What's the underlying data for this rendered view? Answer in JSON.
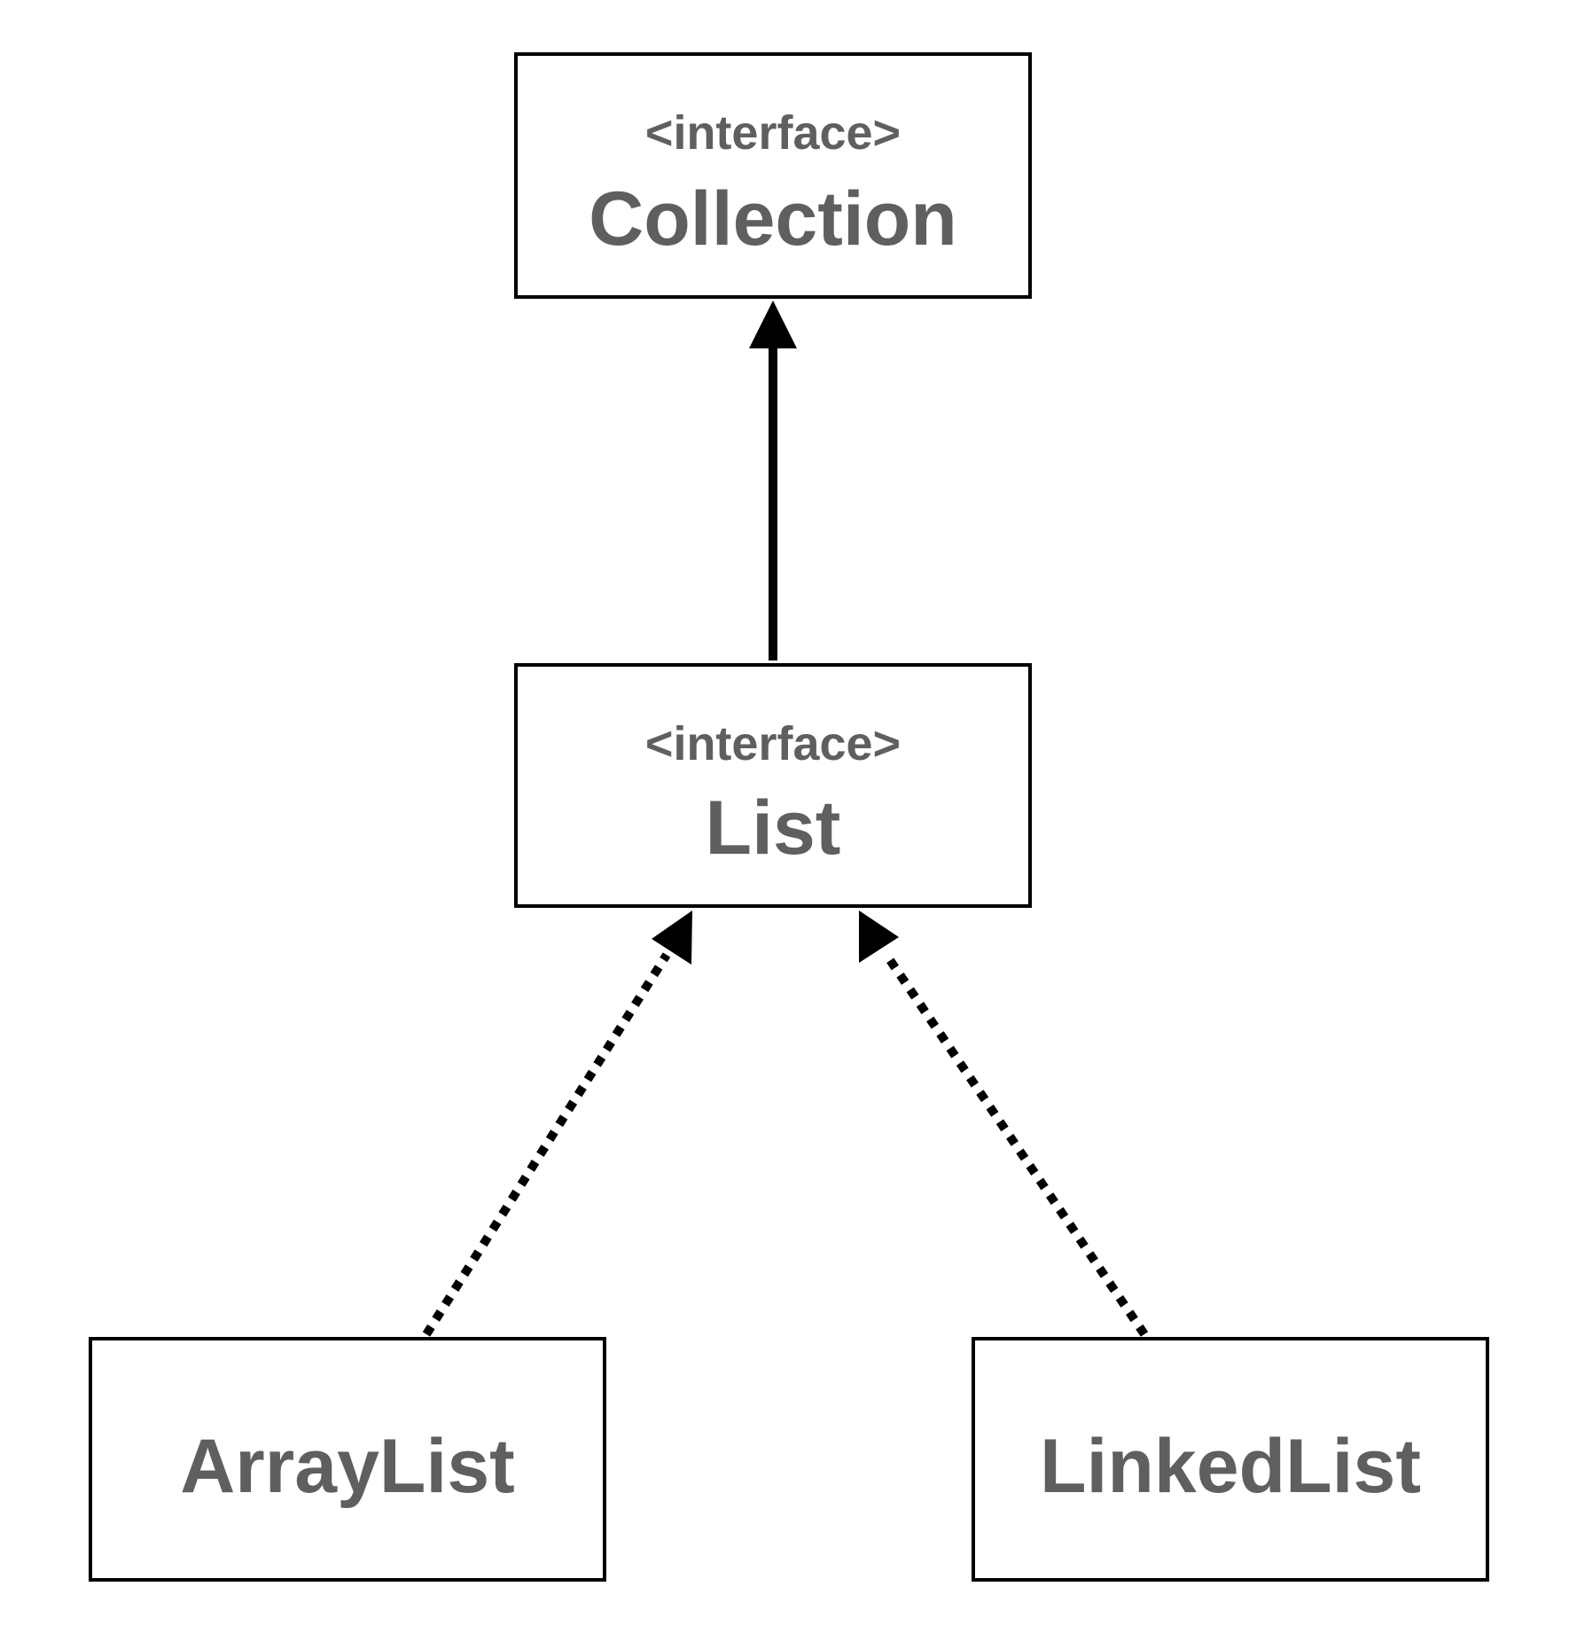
{
  "nodes": {
    "collection": {
      "stereotype": "<interface>",
      "name": "Collection"
    },
    "list": {
      "stereotype": "<interface>",
      "name": "List"
    },
    "arraylist": {
      "name": "ArrayList"
    },
    "linkedlist": {
      "name": "LinkedList"
    }
  },
  "edges": [
    {
      "from": "List",
      "to": "Collection",
      "style": "solid"
    },
    {
      "from": "ArrayList",
      "to": "List",
      "style": "dotted"
    },
    {
      "from": "LinkedList",
      "to": "List",
      "style": "dotted"
    }
  ],
  "colors": {
    "text": "#5f5f5f",
    "stroke": "#000000",
    "background": "#ffffff"
  }
}
